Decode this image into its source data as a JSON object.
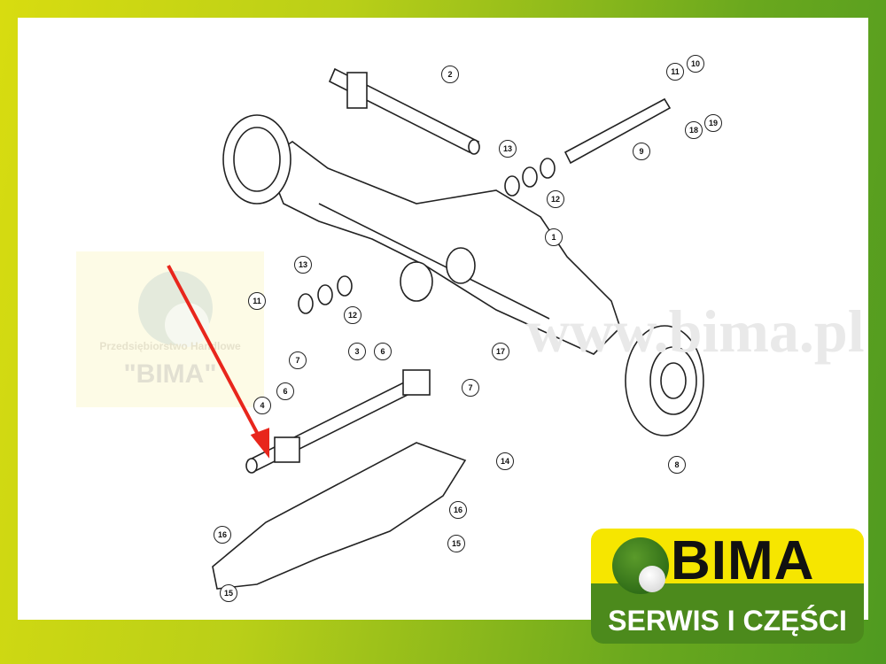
{
  "watermark": {
    "company": "Przedsiębiorstwo Handlowe",
    "name": "\"BIMA\"",
    "url": "www.bima.pl"
  },
  "logo": {
    "name": "BIMA",
    "tagline": "SERWIS I CZĘŚCI"
  },
  "callouts": [
    "2",
    "11",
    "10",
    "19",
    "18",
    "9",
    "13",
    "12",
    "1",
    "13",
    "12",
    "11",
    "3",
    "6",
    "7",
    "17",
    "7",
    "6",
    "4",
    "14",
    "8",
    "16",
    "15",
    "16",
    "15"
  ],
  "colors": {
    "accent_arrow": "#e8261c",
    "logo_yellow": "#f6e600",
    "logo_green": "#4c8a1c"
  }
}
